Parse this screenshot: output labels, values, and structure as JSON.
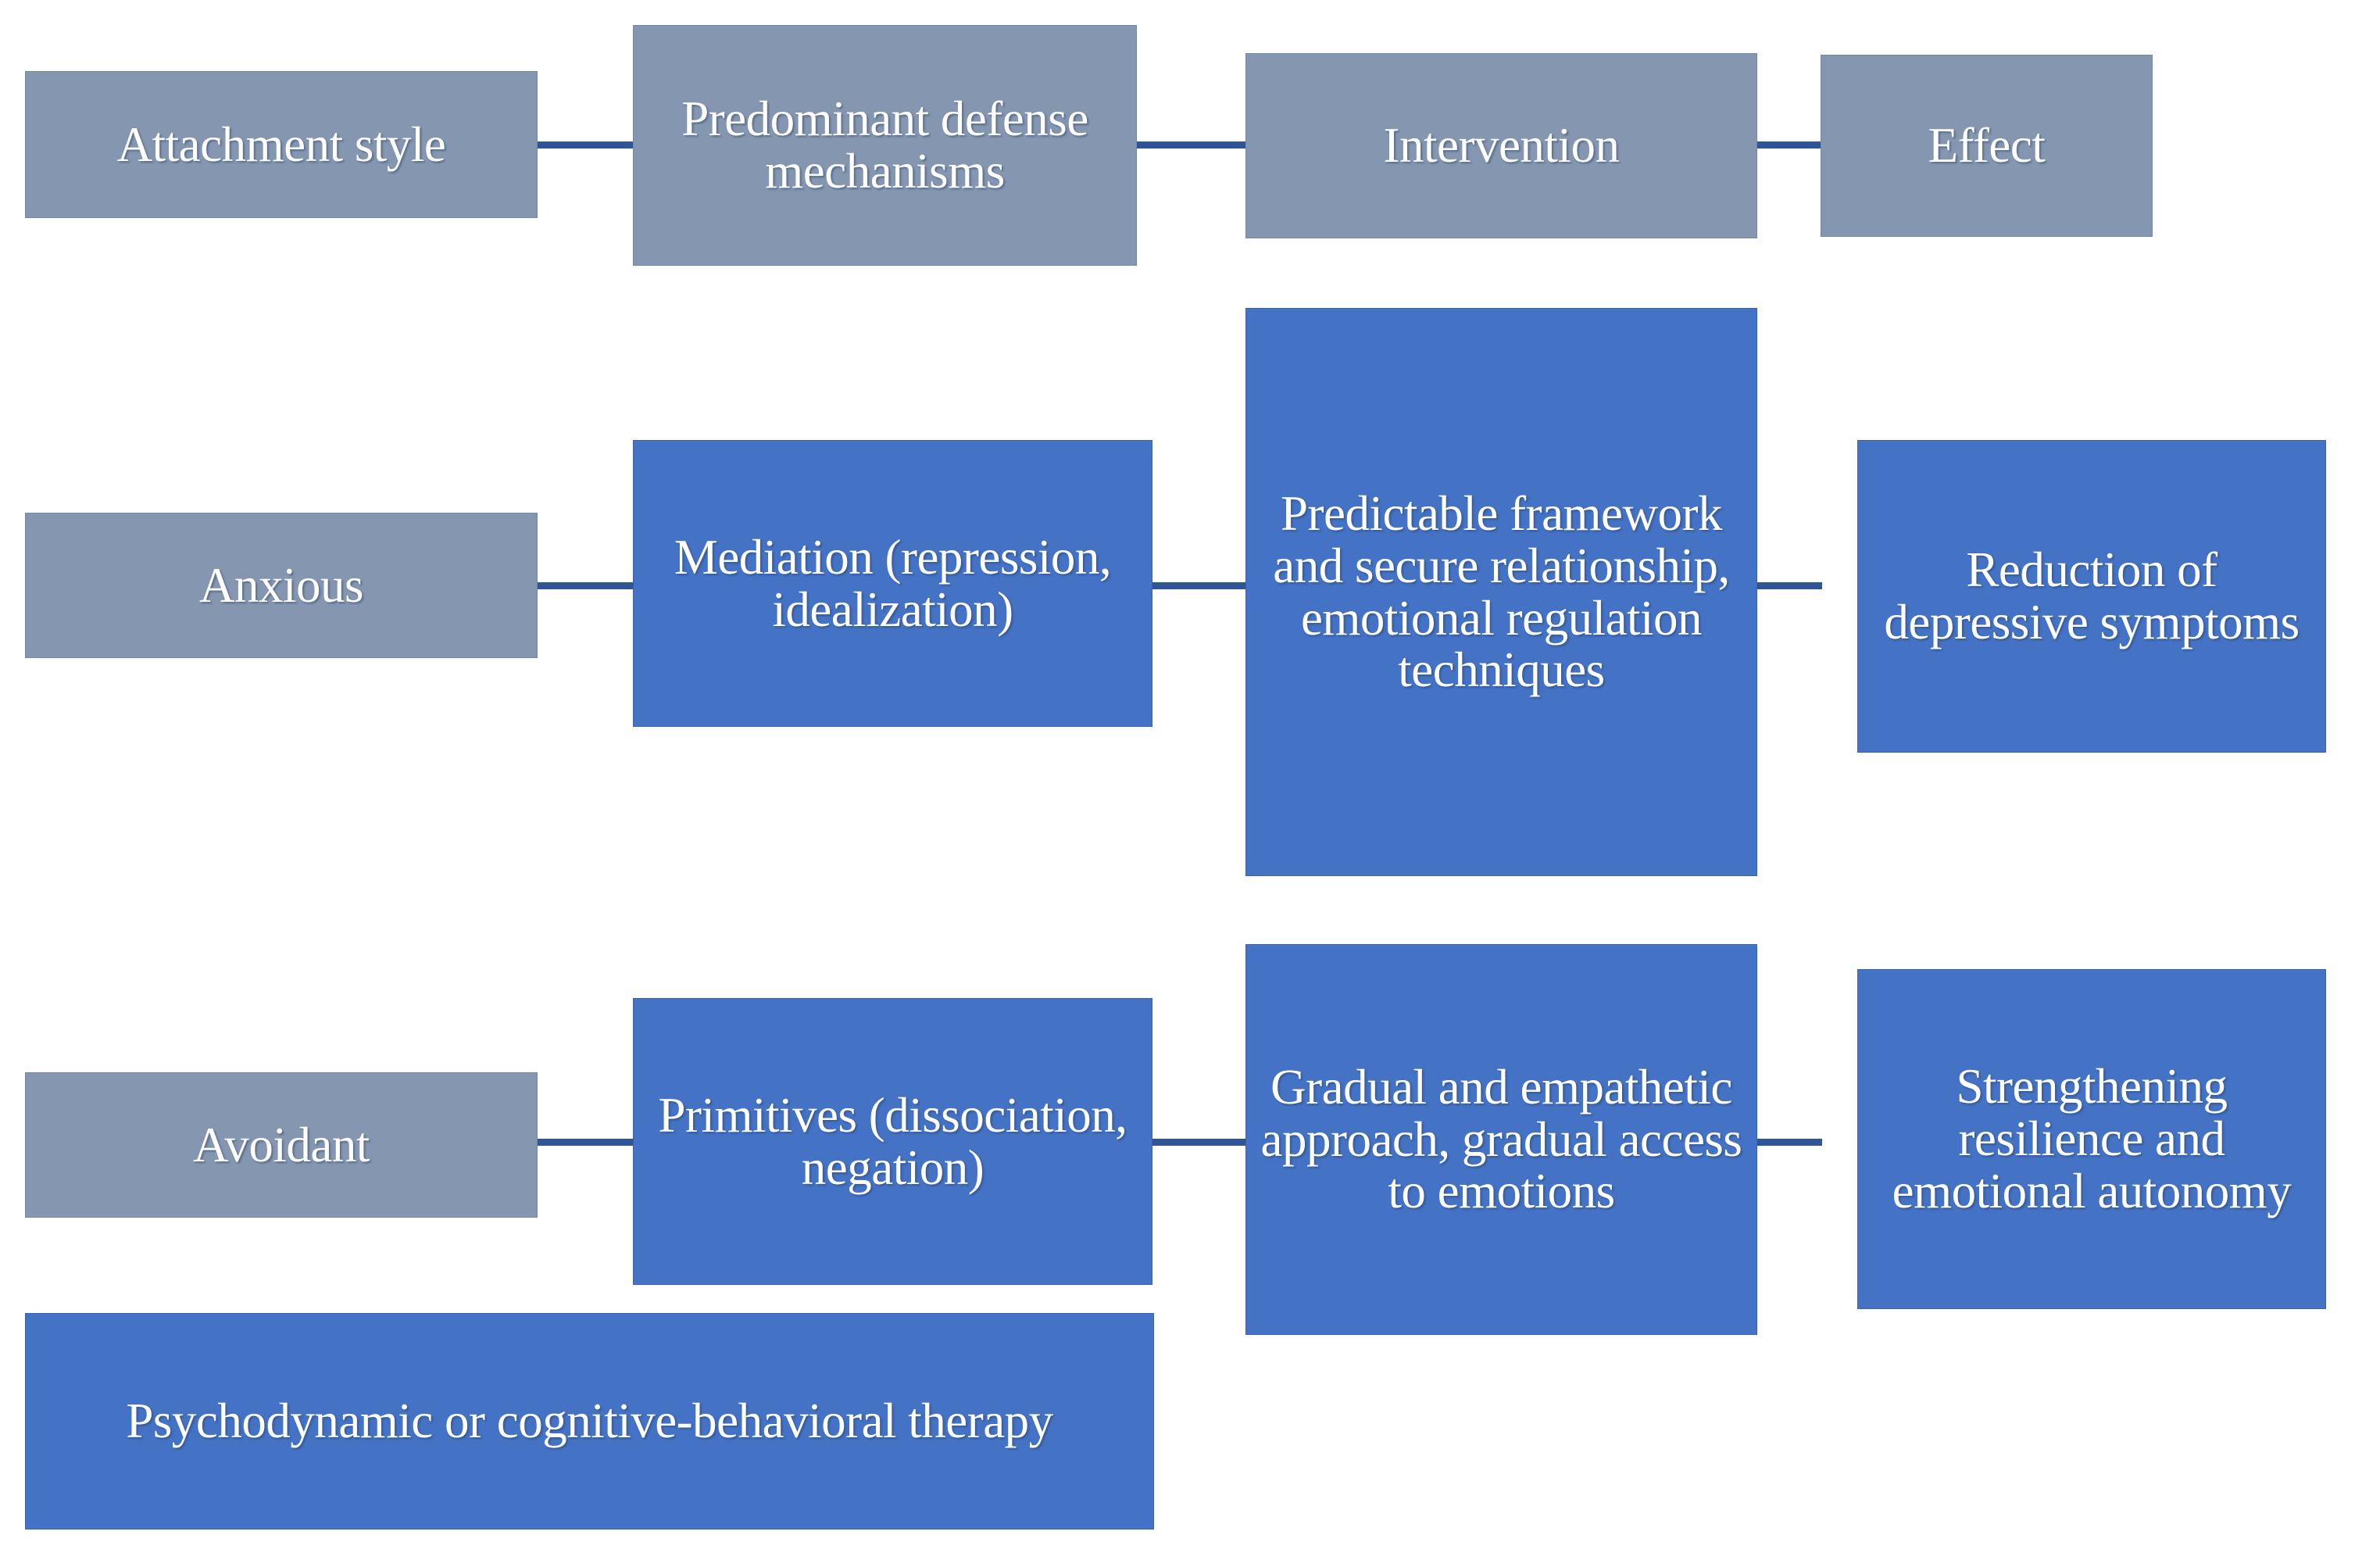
{
  "diagram": {
    "title": "Attachment style intervention flow",
    "colors": {
      "header_box": "#8496B0",
      "accent_box": "#4472C4",
      "connector": "#2F5597",
      "text": "#FFFFFF",
      "background": "#FFFFFF"
    },
    "columns": [
      "Attachment style",
      "Predominant defense mechanisms",
      "Intervention",
      "Effect"
    ],
    "nodes": {
      "header_attachment_style": "Attachment style",
      "header_defense_mechanisms": "Predominant defense mechanisms",
      "header_intervention": "Intervention",
      "header_effect": "Effect",
      "anxious_style": "Anxious",
      "anxious_defense": "Mediation (repression, idealization)",
      "anxious_intervention": "Predictable framework and secure relationship, emotional regulation techniques",
      "anxious_effect": "Reduction of depressive symptoms",
      "avoidant_style": "Avoidant",
      "avoidant_defense": "Primitives (dissociation, negation)",
      "avoidant_intervention": "Gradual and empathetic approach, gradual access to emotions",
      "avoidant_effect": "Strengthening resilience and emotional autonomy",
      "therapy_note": "Psychodynamic or cognitive-behavioral therapy"
    },
    "rows": [
      {
        "name": "header",
        "style": "Attachment style",
        "defense": "Predominant defense mechanisms",
        "intervention": "Intervention",
        "effect": "Effect"
      },
      {
        "name": "anxious",
        "style": "Anxious",
        "defense": "Mediation (repression, idealization)",
        "intervention": "Predictable framework and secure relationship, emotional regulation techniques",
        "effect": "Reduction of depressive symptoms"
      },
      {
        "name": "avoidant",
        "style": "Avoidant",
        "defense": "Primitives (dissociation, negation)",
        "intervention": "Gradual and empathetic approach, gradual access to emotions",
        "effect": "Strengthening resilience and emotional autonomy"
      }
    ],
    "connectors": [
      "attachment-style-to-defense",
      "defense-to-intervention",
      "intervention-to-effect",
      "anxious-to-mediation",
      "mediation-to-framework",
      "framework-to-reduction",
      "avoidant-to-primitives",
      "primitives-to-gradual",
      "gradual-to-strengthening"
    ]
  }
}
